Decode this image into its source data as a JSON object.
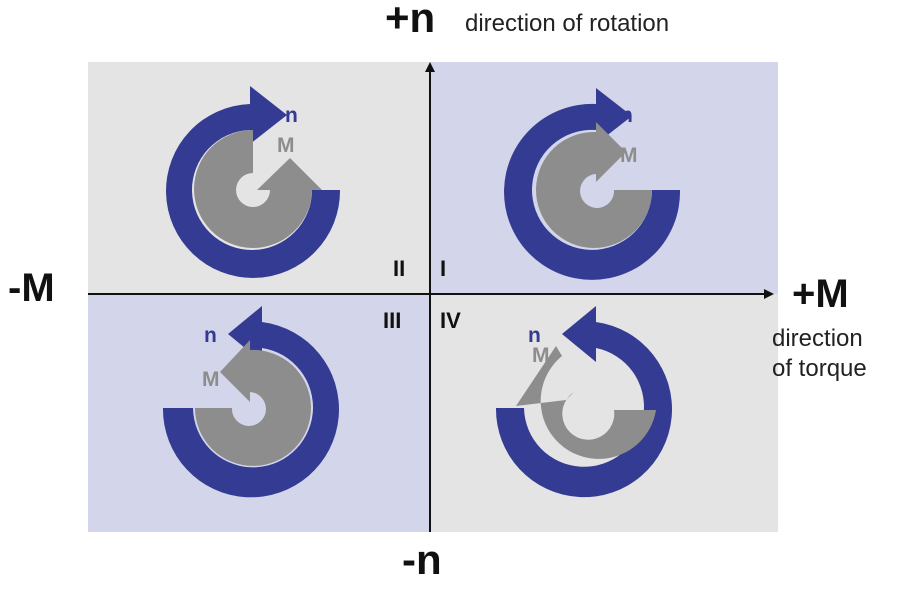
{
  "axes": {
    "y_pos_label": "+n",
    "y_pos_caption": "direction of rotation",
    "y_neg_label": "-n",
    "x_pos_label": "+M",
    "x_pos_caption": "direction\nof torque",
    "x_neg_label": "-M"
  },
  "quadrants": {
    "I": "I",
    "II": "II",
    "III": "III",
    "IV": "IV"
  },
  "arrows": {
    "rotation_symbol": "n",
    "torque_symbol": "M",
    "q1": {
      "rotation": "clockwise",
      "torque": "clockwise"
    },
    "q2": {
      "rotation": "clockwise",
      "torque": "counterclockwise"
    },
    "q3": {
      "rotation": "counterclockwise",
      "torque": "counterclockwise"
    },
    "q4": {
      "rotation": "counterclockwise",
      "torque": "clockwise"
    }
  },
  "colors": {
    "rotation_arrow": "#343b92",
    "torque_arrow": "#8d8d8d",
    "quadrant_light": "#e4e4e4",
    "quadrant_tint": "#d3d6ea"
  }
}
